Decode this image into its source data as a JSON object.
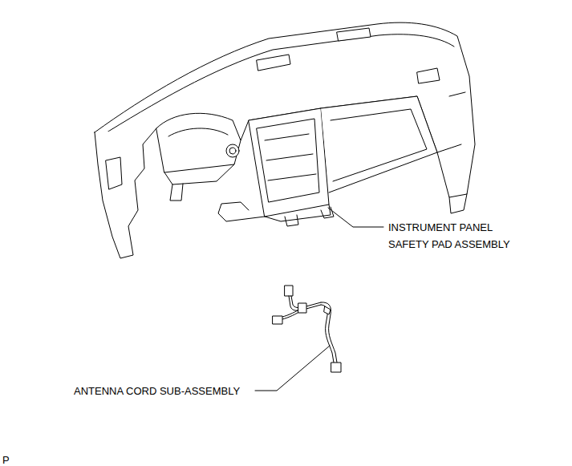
{
  "diagram": {
    "labels": [
      "INSTRUMENT PANEL SAFETY PAD ASSEMBLY",
      "ANTENNA CORD SUB-ASSEMBLY",
      "P"
    ]
  }
}
